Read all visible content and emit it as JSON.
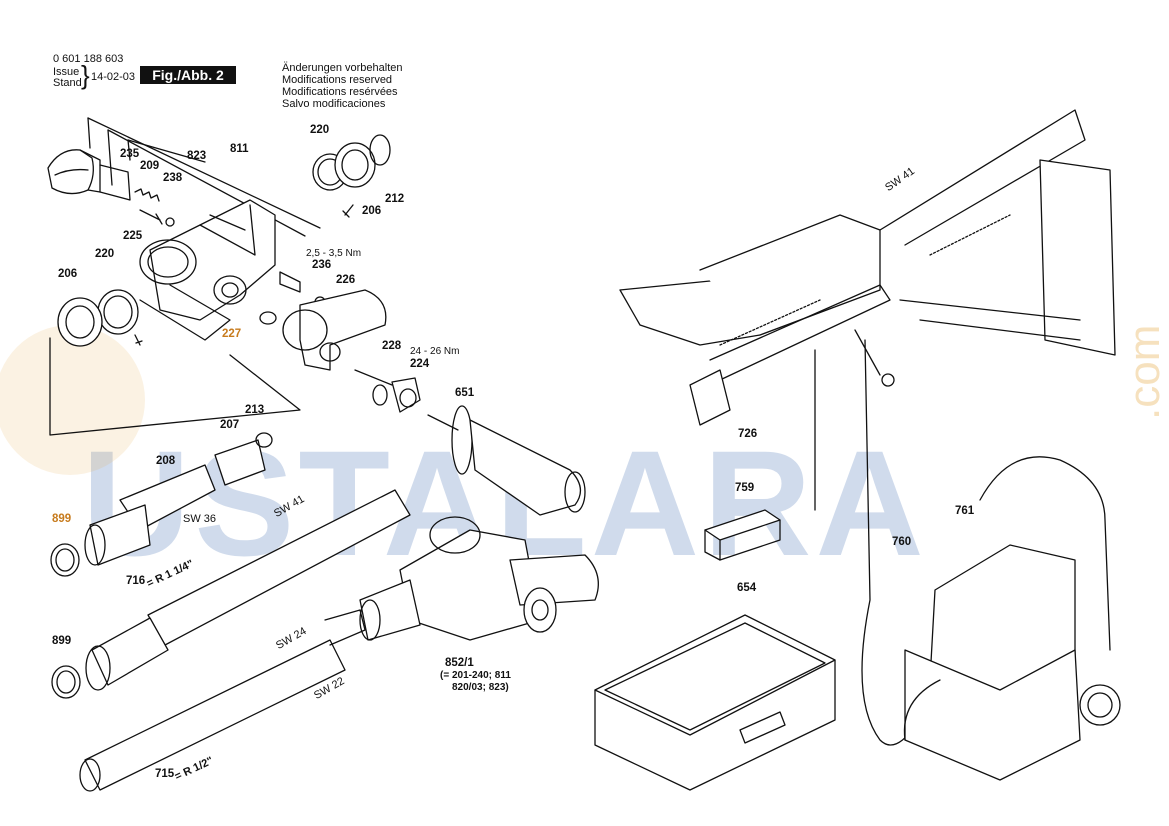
{
  "header": {
    "doc_number": "0 601 188 603",
    "issue_label": "Issue",
    "stand_label": "Stand",
    "issue_date": "14-02-03",
    "fig_label": "Fig./Abb. 2",
    "notices": [
      "Änderungen vorbehalten",
      "Modifications reserved",
      "Modifications resérvées",
      "Salvo modificaciones"
    ]
  },
  "parts": {
    "p235": "235",
    "p209": "209",
    "p823": "823",
    "p811": "811",
    "p238": "238",
    "p225": "225",
    "p220a": "220",
    "p206a": "206",
    "p227": "227",
    "p220b": "220",
    "p206b": "206",
    "p212": "212",
    "p236": "236",
    "p226": "226",
    "p228": "228",
    "p224": "224",
    "p651": "651",
    "p213": "213",
    "p207": "207",
    "p208": "208",
    "p899a": "899",
    "p716": "716",
    "p899b": "899",
    "p715": "715",
    "p852": "852/1",
    "p726": "726",
    "p759": "759",
    "p761": "761",
    "p760": "760",
    "p654": "654"
  },
  "notes": {
    "torque1": "2,5 - 3,5 Nm",
    "torque2": "24 - 26 Nm",
    "sw36": "SW 36",
    "sw41a": "SW 41",
    "sw41b": "SW 41",
    "sw24": "SW 24",
    "sw22": "SW 22",
    "r114": "= R 1 1/4\"",
    "r12": "= R 1/2\"",
    "p852_note1": "(= 201-240; 811",
    "p852_note2": "820/03; 823)"
  },
  "watermark": {
    "main": "USTALARA",
    "suffix": ".com"
  },
  "colors": {
    "ink": "#111111",
    "highlight": "#c77b1d",
    "watermark_blue": "#285aaa",
    "watermark_orange": "#e6aa46"
  }
}
